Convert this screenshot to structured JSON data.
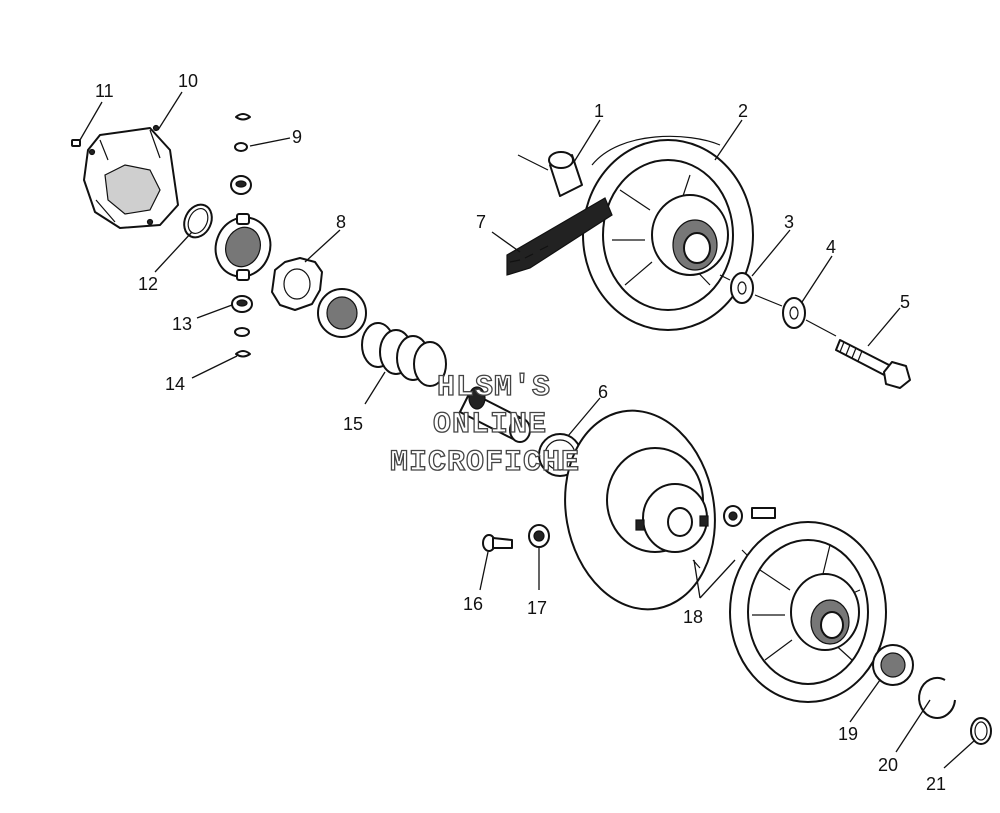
{
  "diagram": {
    "callouts": [
      "1",
      "2",
      "3",
      "4",
      "5",
      "6",
      "7",
      "8",
      "9",
      "10",
      "11",
      "12",
      "13",
      "14",
      "15",
      "16",
      "17",
      "18",
      "19",
      "20",
      "21"
    ],
    "watermark": [
      "HLSM'S",
      "ONLINE",
      "MICROFICHE"
    ]
  }
}
